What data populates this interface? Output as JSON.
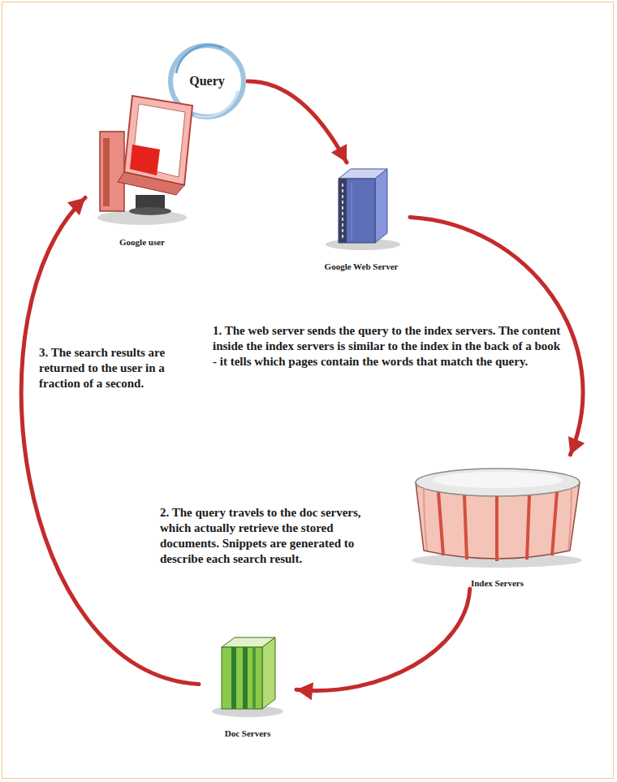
{
  "diagram": {
    "nodes": [
      {
        "text": [
          "Query"
        ]
      },
      {
        "text": [
          "Google Web Server"
        ]
      },
      {
        "text": [
          "Index Servers"
        ]
      },
      {
        "text": [
          "Doc Servers"
        ]
      },
      {
        "text": [
          "Google user"
        ]
      }
    ],
    "edges": [
      {
        "from": 0,
        "to": 1,
        "arrow": "to"
      },
      {
        "from": 1,
        "to": 2,
        "arrow": "to"
      },
      {
        "from": 2,
        "to": 3,
        "arrow": "to"
      },
      {
        "from": 3,
        "to": 4,
        "arrow": "to"
      }
    ],
    "labels": [
      "1. The web server sends the query to the index servers. The content inside the index servers is similar to the index in the back of a book - it tells which pages contain the words that match the query.",
      "2. The query travels to the doc servers, which actually retrieve the stored documents. Snippets are generated to describe each search result.",
      "3. The search results are returned to the user in a fraction of a second."
    ]
  }
}
